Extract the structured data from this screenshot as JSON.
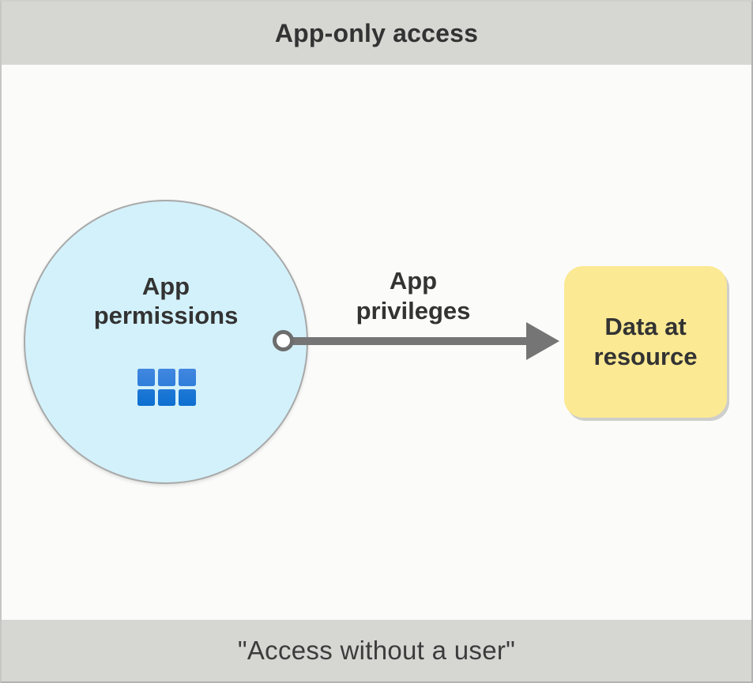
{
  "header": {
    "title": "App-only access"
  },
  "diagram": {
    "permission_circle": {
      "label": "App permissions",
      "fill_color": "#d3f1fa",
      "border_color": "#a9a9a9",
      "icon": "app-grid-icon",
      "icon_colors": [
        "#5e9ae9",
        "#3a83de",
        "#0f70d1"
      ]
    },
    "arrow": {
      "label": "App privileges",
      "color": "#757575"
    },
    "resource_box": {
      "label": "Data at resource",
      "fill_color": "#fbe993"
    }
  },
  "footer": {
    "quote": "\"Access without a user\""
  }
}
